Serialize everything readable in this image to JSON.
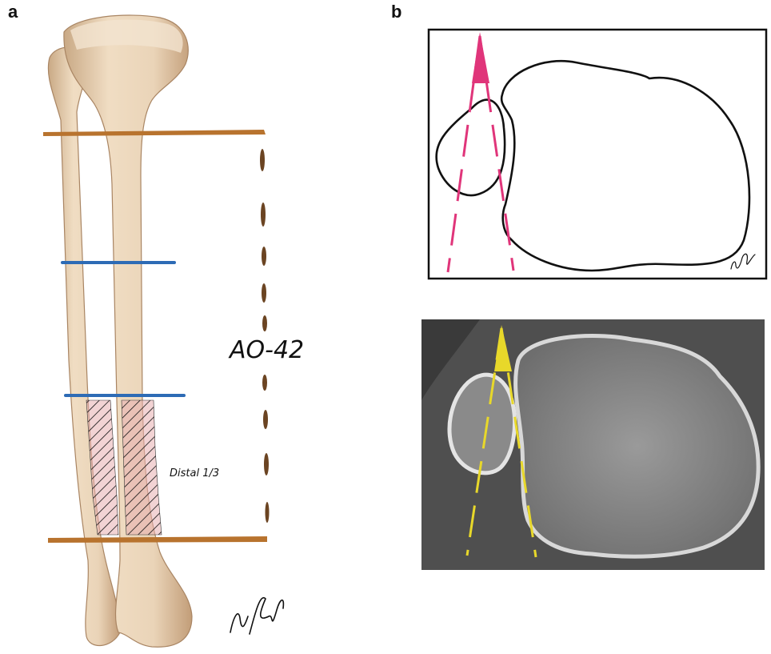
{
  "panels": {
    "a": "a",
    "b": "b"
  },
  "labels": {
    "segment": "AO-42",
    "region": "Distal 1/3"
  },
  "colors": {
    "bone": "#ead4b8",
    "bone_shadow": "#c9a985",
    "segment_bar": "#b8732e",
    "third_line": "#2d6bb5",
    "dashed_bracket": "#6b4422",
    "fracture_hatch": "#111111",
    "fracture_fill": "#e6aeb0",
    "outline_b": "#111111",
    "angle_top": "#e0357a",
    "angle_bottom": "#e8d82a",
    "ct_bg": "#5b5b5b"
  }
}
